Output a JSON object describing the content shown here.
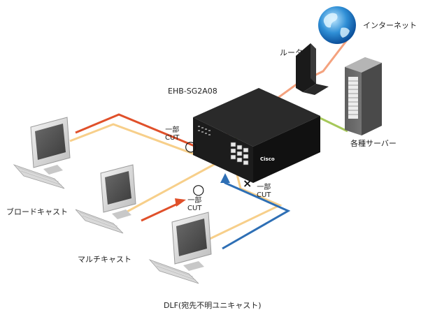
{
  "diagram": {
    "switch_model": "EHB-SG2A08",
    "switch_badge": "Cisco",
    "labels": {
      "internet": "インターネット",
      "router": "ルータ",
      "servers": "各種サーバー",
      "broadcast": "ブロードキャスト",
      "multicast": "マルチキャスト",
      "dlf": "DLF(宛先不明ユニキャスト)"
    },
    "cut_notes": [
      {
        "line1": "一部",
        "line2": "CUT",
        "mark": "○"
      },
      {
        "line1": "一部",
        "line2": "CUT",
        "mark": "○"
      },
      {
        "line1": "一部",
        "line2": "CUT",
        "mark": "×"
      }
    ],
    "colors": {
      "orange_red": "#e0502a",
      "light_orange": "#f7cf8a",
      "salmon": "#f4a27e",
      "green": "#a6c85a",
      "blue": "#2e6fb5",
      "device_dark": "#222222",
      "device_gray": "#7a7a7a"
    }
  }
}
